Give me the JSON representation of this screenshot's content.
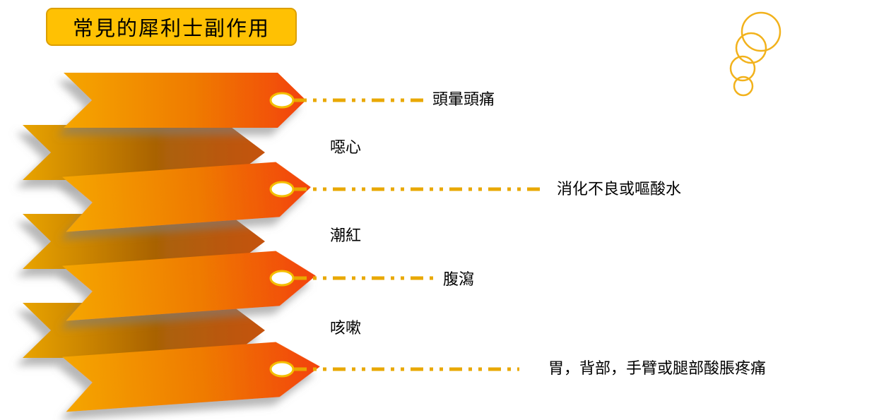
{
  "title": {
    "text": "常見的犀利士副作用"
  },
  "side_effects": [
    {
      "text": "頭暈頭痛",
      "connector": true
    },
    {
      "text": "噁心",
      "connector": false
    },
    {
      "text": "消化不良或嘔酸水",
      "connector": true
    },
    {
      "text": "潮紅",
      "connector": false
    },
    {
      "text": "腹瀉",
      "connector": true
    },
    {
      "text": "咳嗽",
      "connector": false
    },
    {
      "text": "胃，背部，手臂或腿部酸脹疼痛",
      "connector": true
    }
  ],
  "colors": {
    "banner_bright_start": "#F5A602",
    "banner_bright_mid": "#EF7A06",
    "banner_bright_end": "#F34207",
    "banner_dark_start": "#E9A400",
    "banner_dark_mid": "#A96206",
    "banner_dark_end": "#C5520E",
    "connector_dash": "#E9A800",
    "ellipse_ring": "#F4BE00",
    "circle_outline": "#F2B21C",
    "title_bg": "#FFC103",
    "title_border": "#DC9F00",
    "text": "#000000"
  },
  "decoration": {
    "name": "gold-overlapping-circles"
  }
}
